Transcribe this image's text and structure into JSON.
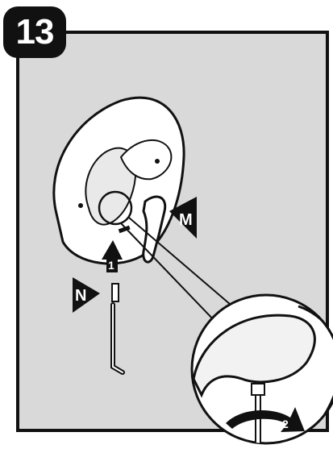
{
  "step": {
    "number": "13"
  },
  "callouts": {
    "handle": "M",
    "screw": "N",
    "arrow_push": "1",
    "arrow_rotate": "2"
  }
}
